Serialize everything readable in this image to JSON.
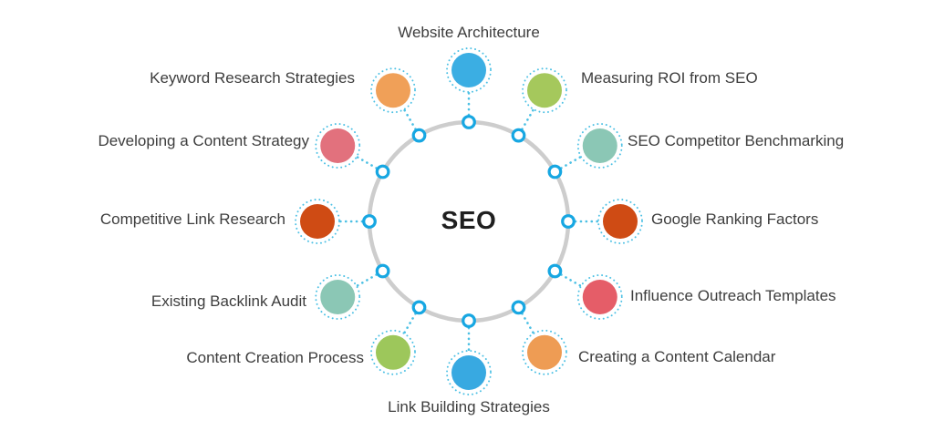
{
  "diagram": {
    "hub": {
      "title": "SEO"
    },
    "style": {
      "background": "#ffffff",
      "hub_ring_color": "#cdcdcd",
      "anchor_ring_color": "#17a7e2",
      "dot_color": "#4cc0e4",
      "label_color": "#3d3d3d",
      "title_color": "#1f1f1f"
    },
    "nodes": [
      {
        "label": "Website Architecture",
        "clock": 12,
        "color": "#3baee3"
      },
      {
        "label": "Measuring ROI from SEO",
        "clock": 1,
        "color": "#a5c85c"
      },
      {
        "label": "SEO Competitor Benchmarking",
        "clock": 2,
        "color": "#8bc7b5"
      },
      {
        "label": "Google Ranking Factors",
        "clock": 3,
        "color": "#cf4b14"
      },
      {
        "label": "Influence Outreach Templates",
        "clock": 4,
        "color": "#e55d68"
      },
      {
        "label": "Creating a Content Calendar",
        "clock": 5,
        "color": "#ee9c54"
      },
      {
        "label": "Link Building Strategies",
        "clock": 6,
        "color": "#38a9e1"
      },
      {
        "label": "Content Creation Process",
        "clock": 7,
        "color": "#9dc75b"
      },
      {
        "label": "Existing Backlink Audit",
        "clock": 8,
        "color": "#8bc7b5"
      },
      {
        "label": "Competitive Link Research",
        "clock": 9,
        "color": "#cf4b14"
      },
      {
        "label": "Developing a Content Strategy",
        "clock": 10,
        "color": "#e2717d"
      },
      {
        "label": "Keyword Research Strategies",
        "clock": 11,
        "color": "#f0a058"
      }
    ]
  }
}
